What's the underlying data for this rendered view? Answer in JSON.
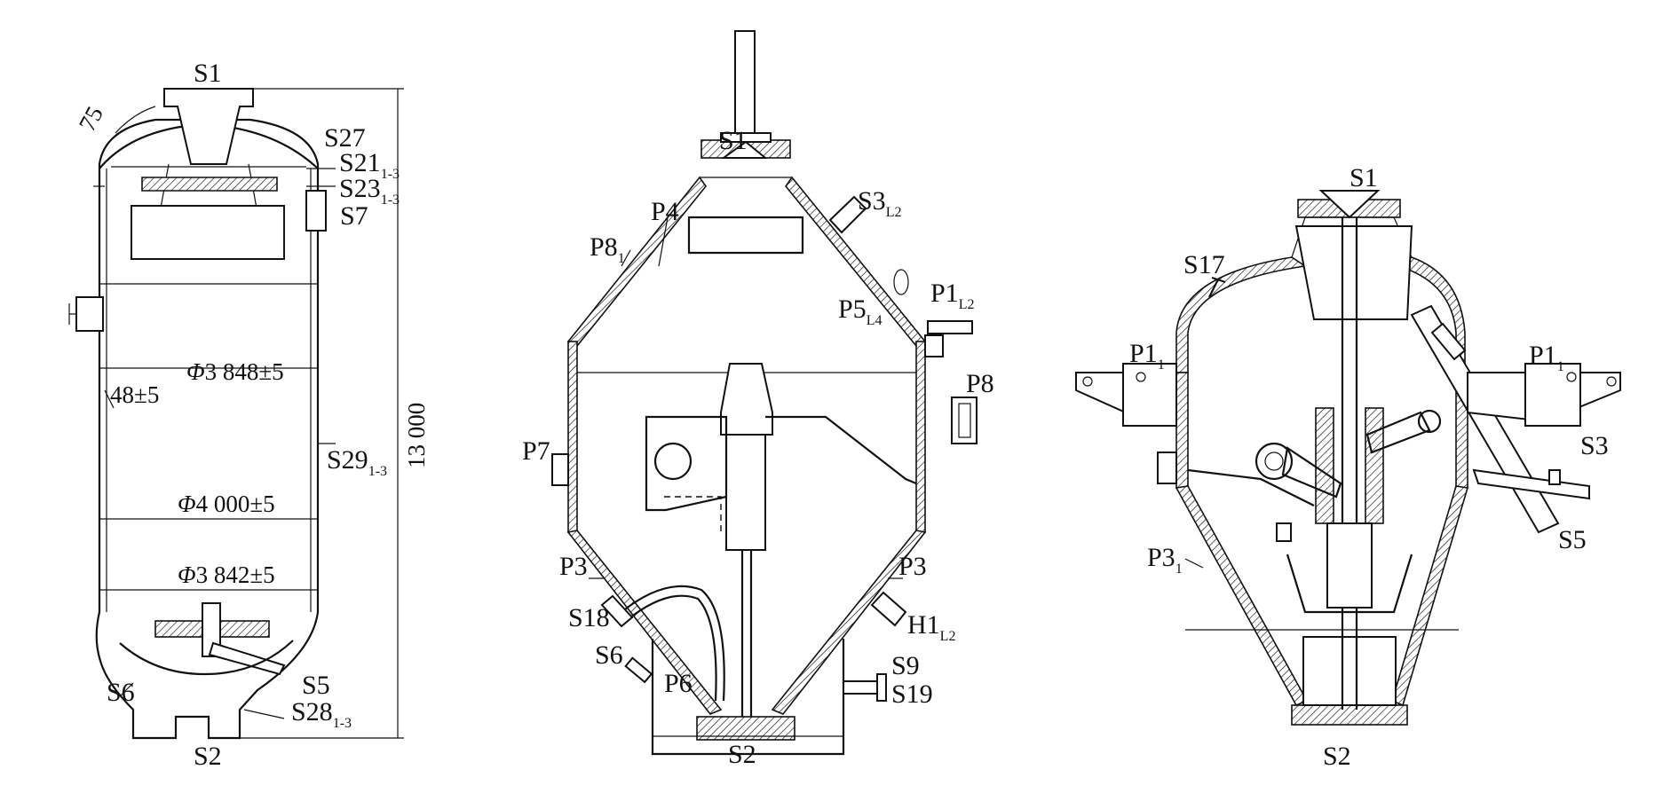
{
  "figures": [
    {
      "id": "vessel-a",
      "labels": {
        "s1": "S1",
        "s27": "S27",
        "s21": "S21",
        "s21_sub": "1-3",
        "s23": "S23",
        "s23_sub": "1-3",
        "s7": "S7",
        "s29": "S29",
        "s29_sub": "1-3",
        "s6": "S6",
        "s5": "S5",
        "s28": "S28",
        "s28_sub": "1-3",
        "s2": "S2"
      },
      "dimensions": {
        "angle": "75",
        "wall": "48±5",
        "height": "13 000",
        "dia_top_sym": "Φ",
        "dia_top": "3 848±5",
        "dia_mid_sym": "Φ",
        "dia_mid": "4 000±5",
        "dia_bot_sym": "Φ",
        "dia_bot": "3 842±5"
      }
    },
    {
      "id": "vessel-b",
      "labels": {
        "s1": "S1",
        "s3": "S3",
        "s3_sub": "L2",
        "p4": "P4",
        "p8_1": "P8",
        "p8_1_sub": "1",
        "p1": "P1",
        "p1_sub": "L2",
        "p5": "P5",
        "p5_sub": "L4",
        "p8": "P8",
        "p7": "P7",
        "p3_left": "P3",
        "p3_right": "P3",
        "s18": "S18",
        "h1": "H1",
        "h1_sub": "L2",
        "s6": "S6",
        "p6": "P6",
        "s9": "S9",
        "s19": "S19",
        "s2": "S2"
      }
    },
    {
      "id": "vessel-c",
      "labels": {
        "s1": "S1",
        "s17": "S17",
        "p1_left": "P1",
        "p1_left_sub": "1",
        "p1_right": "P1",
        "p1_right_sub": "1",
        "s3": "S3",
        "s5": "S5",
        "p3": "P3",
        "p3_sub": "1",
        "s2": "S2"
      }
    }
  ]
}
